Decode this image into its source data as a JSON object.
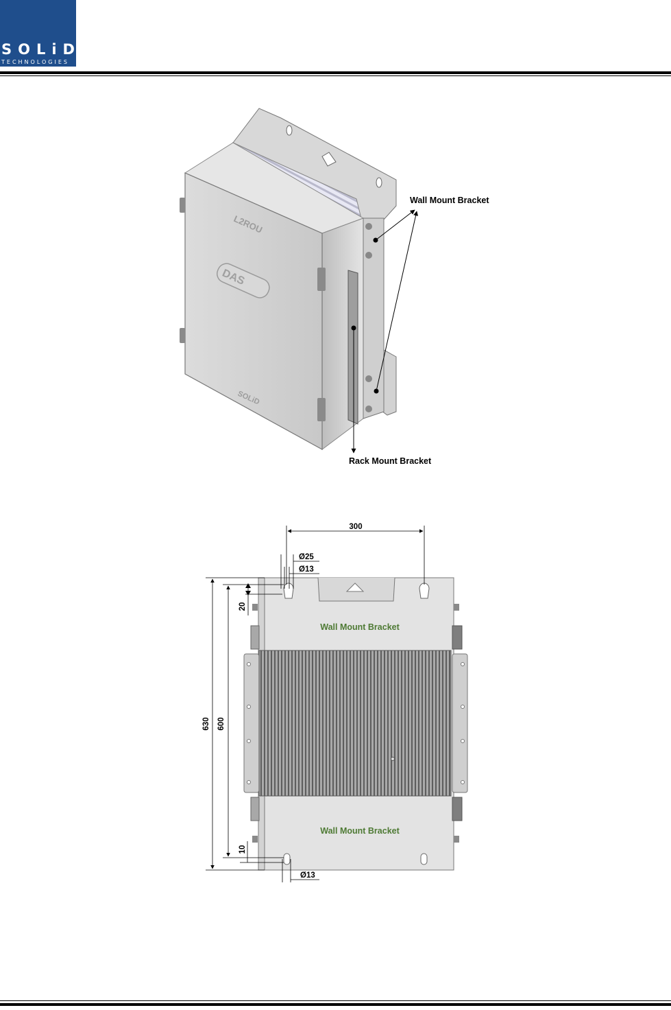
{
  "header": {
    "logo_word": "SOLiD",
    "logo_sub": "TECHNOLOGIES"
  },
  "iso_view": {
    "unit_label": "L2ROU",
    "badge_label": "DAS",
    "bottom_label": "SOLiD",
    "callout_wall": "Wall Mount Bracket",
    "callout_rack": "Rack Mount Bracket"
  },
  "front_view": {
    "dim_width": "300",
    "dim_hole_large": "Ø25",
    "dim_hole_small_top": "Ø13",
    "dim_top_offset": "20",
    "dim_total_height": "630",
    "dim_hole_spacing": "600",
    "dim_bottom_offset": "10",
    "dim_hole_small_bottom": "Ø13",
    "label_top_bracket": "Wall Mount Bracket",
    "label_bottom_bracket": "Wall Mount Bracket"
  },
  "colors": {
    "logo_bg": "#1f4e8c",
    "bracket_label": "#4e7a34"
  }
}
